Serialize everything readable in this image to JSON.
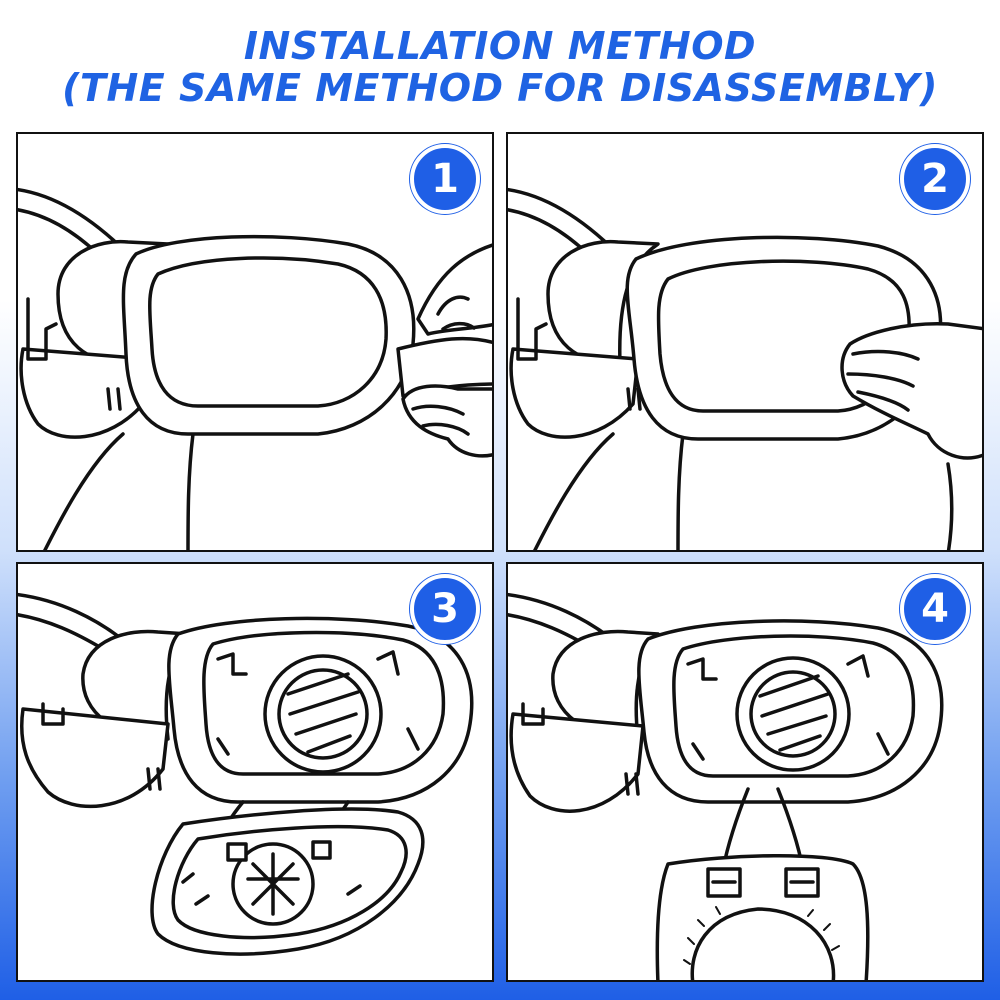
{
  "header": {
    "line1": "INSTALLATION METHOD",
    "line2": "(THE SAME METHOD FOR DISASSEMBLY)"
  },
  "steps": [
    {
      "number": "1"
    },
    {
      "number": "2"
    },
    {
      "number": "3"
    },
    {
      "number": "4"
    }
  ],
  "colors": {
    "accent": "#1f5fe6",
    "line": "#111111"
  }
}
